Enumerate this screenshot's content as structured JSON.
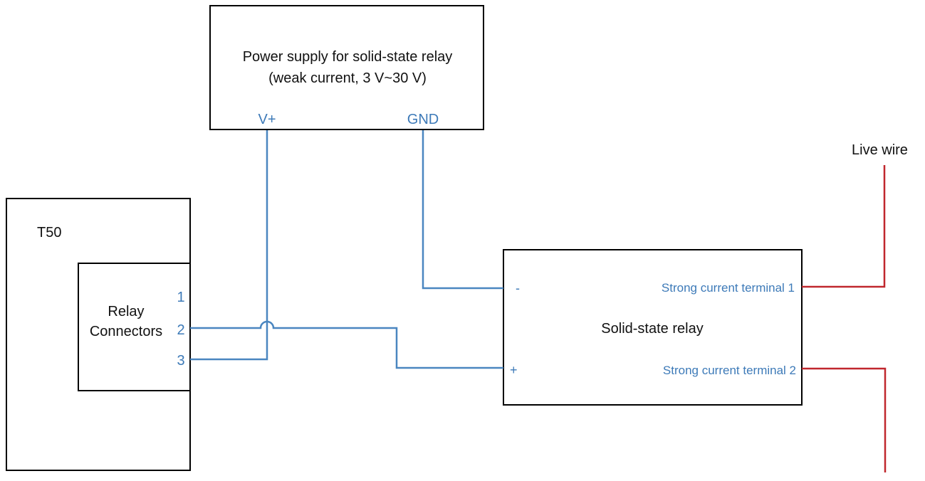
{
  "colors": {
    "wire_signal": "#4a86c0",
    "wire_power": "#c0272d",
    "outline": "#000000",
    "label_text": "#111111",
    "terminal_text": "#3d7ab8"
  },
  "power_supply": {
    "title_line1": "Power supply for solid-state relay",
    "title_line2": "(weak current, 3 V~30 V)",
    "pin_vplus": "V+",
    "pin_gnd": "GND"
  },
  "t50": {
    "title": "T50",
    "connector_line1": "Relay",
    "connector_line2": "Connectors",
    "pins": [
      "1",
      "2",
      "3"
    ]
  },
  "relay": {
    "title": "Solid-state relay",
    "pin_minus": "-",
    "pin_plus": "+",
    "terminal1": "Strong current terminal 1",
    "terminal2": "Strong current terminal 2"
  },
  "live_wire_label": "Live wire"
}
